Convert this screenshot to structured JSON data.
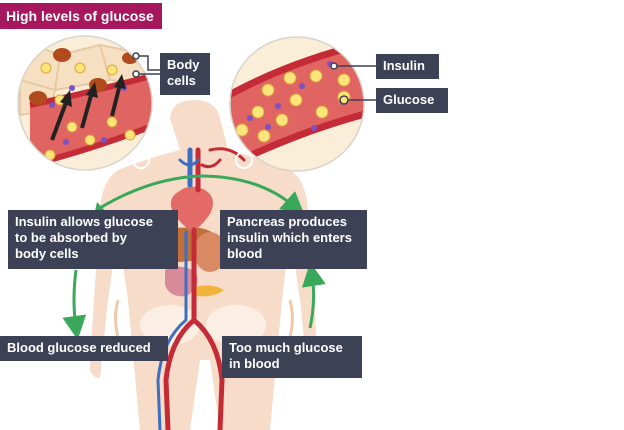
{
  "title": "High levels of glucose",
  "labels": {
    "body_cells": "Body\ncells",
    "insulin": "Insulin",
    "glucose": "Glucose",
    "insulin_absorbs": "Insulin allows glucose\nto be absorbed by\nbody cells",
    "pancreas": "Pancreas produces\ninsulin which enters\nblood",
    "reduced": "Blood glucose reduced",
    "too_much": "Too much glucose\nin blood"
  },
  "colors": {
    "title_bg": "#a7175e",
    "label_bg": "#3d4156",
    "arrow": "#3aa85a",
    "body": "#f6dcc9",
    "blood_vessel": "#e06462",
    "vessel_wall": "#c42b36",
    "glucose": "#fde47a",
    "insulin": "#7b52c4"
  }
}
